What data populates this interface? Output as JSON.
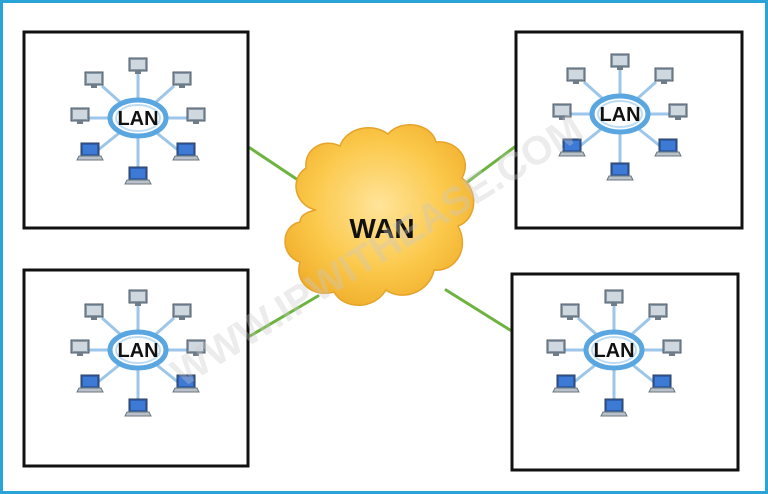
{
  "diagram": {
    "wan_label": "WAN",
    "lan_label": "LAN",
    "lans": [
      {
        "label": "LAN"
      },
      {
        "label": "LAN"
      },
      {
        "label": "LAN"
      },
      {
        "label": "LAN"
      }
    ],
    "watermark": "WWW.IPWITHEASE.COM"
  },
  "colors": {
    "frame": "#2aa3d8",
    "link": "#6db33f",
    "cloud_fill": "#fbc84a",
    "ring": "#5aa6e0",
    "box_border": "#111111"
  },
  "icons": [
    "network-ring-icon",
    "computer-icon",
    "laptop-icon",
    "cloud-icon"
  ]
}
